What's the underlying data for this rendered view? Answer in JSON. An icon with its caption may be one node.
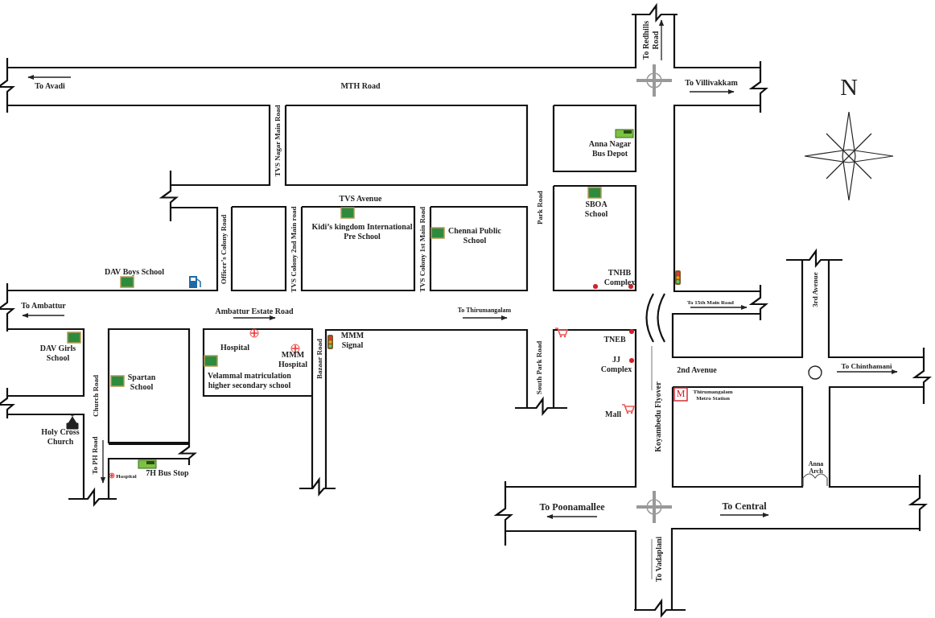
{
  "diagram": {
    "labels": [
      "To Redhills Road",
      "To Avadi",
      "MTH Road",
      "To Villivakkam",
      "N",
      "Anna Nagar Bus Depot",
      "TVS Nagar Main Road",
      "TVS Avenue",
      "SBOA School",
      "Park Road",
      "Kidi’s kingdom International Pre School",
      "Chennai Public School",
      "Officer’s Colony Road",
      "TVS Colony 2nd Main road",
      "TVS Colony 1st Main Road",
      "DAV Boys School",
      "TNHB Complex",
      "To 15th Main Road",
      "To Ambattur",
      "Ambattur Estate Road",
      "To Thirumangalam",
      "3rd Avenue",
      "DAV Girls School",
      "Hospital",
      "MMM Signal",
      "TNEB",
      "MMM Hospital",
      "Bazaar Road",
      "JJ Complex",
      "Spartan School",
      "Velammal matriculation higher secondary school",
      "South Park Road",
      "2nd Avenue",
      "To Chinthamani",
      "M",
      "Thirumangalam Metro Station",
      "Koyambedu Flyover",
      "Mall",
      "Church Road",
      "Holy Cross Church",
      "To PH Road",
      "Hospital",
      "7H Bus Stop",
      "Anna Arch",
      "To Poonamallee",
      "To Central",
      "To Vadaplani"
    ]
  }
}
